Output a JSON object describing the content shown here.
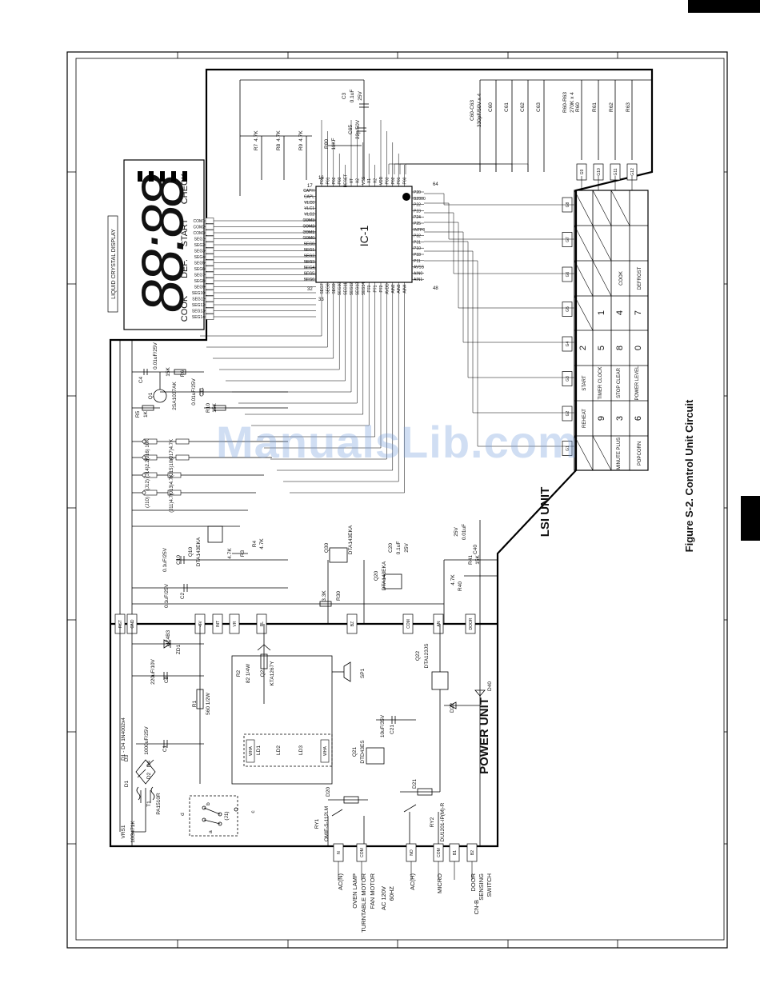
{
  "figure_caption": "Figure S-2. Control Unit Circuit",
  "watermark": "ManualsLib.com",
  "lcd": {
    "title": "LIQUID CRYSTAL DISPLAY",
    "digits": "88:88",
    "labels": [
      "COOK",
      "DEF.",
      "START",
      "CHECK"
    ],
    "pins": [
      "COM1",
      "COM2",
      "COM3",
      "SEG1",
      "SEG2",
      "SEG3",
      "SEG4",
      "SEG5",
      "SEG6",
      "SEG7",
      "SEG8",
      "SEG9",
      "SEG10",
      "SEG11",
      "SEG12",
      "SEG13",
      "SEG14"
    ]
  },
  "ic": {
    "name": "IC-1",
    "pin_numbers": [
      "16",
      "17",
      "32",
      "33",
      "48",
      "64",
      "1"
    ],
    "top_pins": [
      "P00",
      "P01",
      "P02",
      "P03",
      "RESET",
      "XT",
      "X2",
      "VSS",
      "X1",
      "X2",
      "VDD",
      "P03",
      "P02",
      "P01",
      "P00"
    ],
    "left_pins": [
      "CAPH",
      "CAPL",
      "VLC0",
      "VLC1",
      "VLC2",
      "COM3",
      "COM2",
      "COM1",
      "COM0",
      "SEG0",
      "SEG1",
      "SEG2",
      "SEG3",
      "SEG4",
      "SEG5",
      "SEG6"
    ],
    "right_pins": [
      "P20",
      "BZ000",
      "P22",
      "P23",
      "P24",
      "P25",
      "INTP0",
      "P32",
      "P31",
      "P10",
      "P33",
      "P11",
      "AVSS",
      "AIN0",
      "AIN1"
    ],
    "bottom_pins": [
      "SEG7",
      "SEG8",
      "SEG9",
      "SEG10",
      "SEG11",
      "SEG12",
      "SEG13",
      "SEG14",
      "P70",
      "P71",
      "P72",
      "AVDD",
      "AIN2",
      "AIN3",
      "AIN4"
    ]
  },
  "components": {
    "c3": "C3",
    "c3_val1": "0.1uF",
    "c3_val2": "25V",
    "c60c63": "C60-C63",
    "c60c63_val": "330pF/50V x 4",
    "c60": "C60",
    "c61": "C61",
    "c62": "C62",
    "c63": "C63",
    "r60r63": "R60-R63",
    "r60r63_val": "270K x 4",
    "r60": "R60",
    "r61": "R61",
    "r62": "R62",
    "r63": "R63",
    "c65": "C65",
    "c65_val": "22p/50V",
    "r80": "R80",
    "r80_val": "11KF",
    "r7": "R7",
    "r7_val": "4.7K",
    "r8": "R8",
    "r8_val": "4.7K",
    "r9": "R9",
    "r9_val": "4.7K",
    "c4": "C4",
    "c4_val": "0.01uF/25V",
    "r6": "R6",
    "r6_val": "15K",
    "q1": "Q1",
    "q1_part": "2SA1037AK",
    "r5": "R5",
    "r5_val": "1K",
    "c11": "C11",
    "c11_val": "0.01uF/25V",
    "r10": "R10",
    "r10_val": "15K",
    "j17": "(J17)4.7K",
    "j16": "(J16) 10K",
    "j15": "(J15)10K",
    "j14": "(J14)2.2K",
    "j13": "(J13)4.7K",
    "j12": "(J12)",
    "j11": "(J11)4.7K",
    "j10": "(J10)",
    "q10": "Q10",
    "q10_part": "DTA143EKA",
    "c10": "C10",
    "c10_val": "0.1uF/25V",
    "r3": "R3",
    "r3_val": "4.7K",
    "r4": "R4",
    "r4_val": "4.7K",
    "q30": "Q30",
    "q30_part": "DTA143EKA",
    "c20": "C20",
    "c20_val1": "0.1uF",
    "c20_val2": "25V",
    "q20": "Q20",
    "q20_part": "DTA143EKA",
    "c40": "C40",
    "c40_val1": "0.01uF",
    "c40_val2": "25V",
    "r41": "R41",
    "r41_val": "15K",
    "r40": "R40",
    "r40_val": "4.7K",
    "c2": "C2",
    "c2_val": "0.1uF/25V",
    "r30": "R30",
    "r30_val": "3.3K",
    "zd1": "ZD1",
    "zd1_part": "HZ4B3",
    "c8": "C8",
    "c8_val": "220uF/10V",
    "r2": "R2",
    "r2_val": "82 1/4W",
    "q2": "Q2",
    "q2_part": "KTA1267Y",
    "sp1": "SP1",
    "q22": "Q22",
    "q22_part": "DTA123JS",
    "r1": "R1",
    "r1_val": "560 1/2W",
    "d40": "D40",
    "d22": "D22",
    "c1": "C1",
    "c1_val": "1000uF/25V",
    "d1d4": "D1 - D4 1N4002x4",
    "c21": "C21",
    "c21_val": "10uF/35V",
    "ld1": "LD1",
    "ld2": "LD2",
    "ld3": "LD3",
    "q21": "Q21",
    "q21_part": "DTD43ES",
    "d3": "D3",
    "d4": "D4",
    "d1": "D1",
    "d2": "D2",
    "t1": "T1",
    "t1_part": "PA1510R",
    "vrs1": "VRS1",
    "vrs1_part": "10G471K",
    "d20": "D20",
    "d21": "D21",
    "ry1": "RY1",
    "ry1_part": "OMIF-S-112LM",
    "ry2": "RY2",
    "ry2_part": "DU1201-IP(M)-R",
    "j1": "(J1)",
    "sw_a": "a",
    "sw_b": "b",
    "sw_c": "c",
    "sw_d": "d"
  },
  "connectors": {
    "vertical_bus": [
      "RST",
      "GND",
      "-5V",
      "INT",
      "VR",
      "BL",
      "BZ",
      "COM",
      "AN",
      "DOOR"
    ],
    "bottom": [
      "N",
      "COM",
      "NO",
      "COM",
      "B1",
      "B2"
    ],
    "left_strip": [
      "WHA",
      "WHA"
    ],
    "matrix_right": [
      "G12",
      "G11",
      "G10",
      "G9"
    ],
    "matrix_left": [
      "G8",
      "G7",
      "G6",
      "G5",
      "G4",
      "G3",
      "G2",
      "G1"
    ]
  },
  "keypad": {
    "columns": [
      [
        "DEFROST",
        "7",
        "0",
        "POWER LEVEL",
        "6",
        "POPCORN"
      ],
      [
        "COOK",
        "4",
        "8",
        "STOP CLEAR",
        "3",
        "MINUTE PLUS"
      ],
      [
        "",
        "1",
        "5",
        "TIMER CLOCK",
        "9",
        ""
      ],
      [
        "",
        "",
        "2",
        "START",
        "REHEAT",
        ""
      ]
    ]
  },
  "section_labels": {
    "lsi": "LSI UNIT",
    "power": "POWER UNIT"
  },
  "bottom_labels": {
    "acn": "AC(N)",
    "oven_lamp": "OVEN LAMP",
    "turntable": "TURNTABLE MOTOR",
    "fan": "FAN MOTOR",
    "ac_spec1": "AC 120V",
    "ac_spec2": "60HZ",
    "ach": "AC(H)",
    "micro": "MICRO",
    "door1": "DOOR",
    "door2": "SENSING",
    "door3": "SWITCH",
    "cnb": "CN-B"
  }
}
